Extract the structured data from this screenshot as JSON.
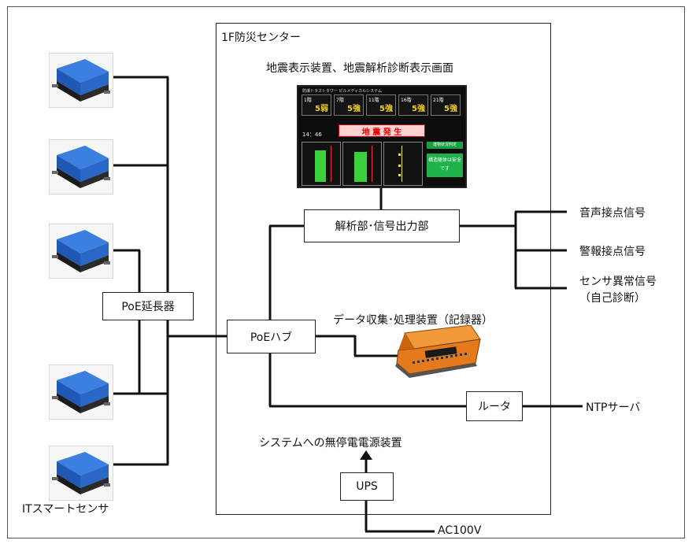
{
  "center": {
    "title": "1F防災センター"
  },
  "display": {
    "caption": "地震表示装置、地震解析診断表示画面",
    "header_left": "防爆トラストタワー ビルメディカルシステム",
    "floors": [
      {
        "floor": "1階",
        "value": "5弱"
      },
      {
        "floor": "7階",
        "value": "5強"
      },
      {
        "floor": "11階",
        "value": "5強"
      },
      {
        "floor": "16階",
        "value": "5強"
      },
      {
        "floor": "21階",
        "value": "5強"
      }
    ],
    "alert": "地 震 発 生",
    "status_top": "建物状況判定",
    "status_main": "構造躯体は安全です",
    "time": "14：46"
  },
  "boxes": {
    "analysis": "解析部･信号出力部",
    "poe_extender": "PoE延長器",
    "poe_hub": "PoEハブ",
    "router": "ルータ",
    "ups": "UPS"
  },
  "labels": {
    "recorder": "データ収集･処理装置（記録器）",
    "ups_caption": "システムへの無停電電源装置",
    "sensors": "ITスマートセンサ",
    "ntp": "NTPサーバ",
    "ac": "AC100V"
  },
  "signals": [
    "音声接点信号",
    "警報接点信号",
    "センサ異常信号",
    "（自己診断）"
  ]
}
